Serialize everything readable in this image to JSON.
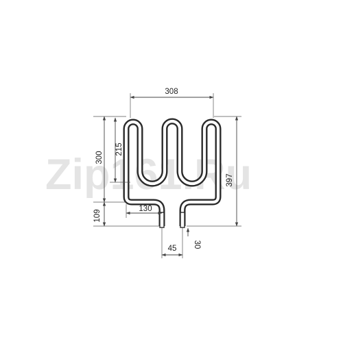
{
  "watermark": "Zip161.Ru",
  "dimensions": {
    "width_top": "308",
    "height_total": "397",
    "height_loops": "300",
    "height_inner_loop": "215",
    "base_offset": "109",
    "shoulder_width": "130",
    "terminal_spacing": "45",
    "terminal_length": "30"
  },
  "colors": {
    "element": "#2a2a2a",
    "dimension_lines": "#444444",
    "watermark": "#b9b9b9"
  }
}
